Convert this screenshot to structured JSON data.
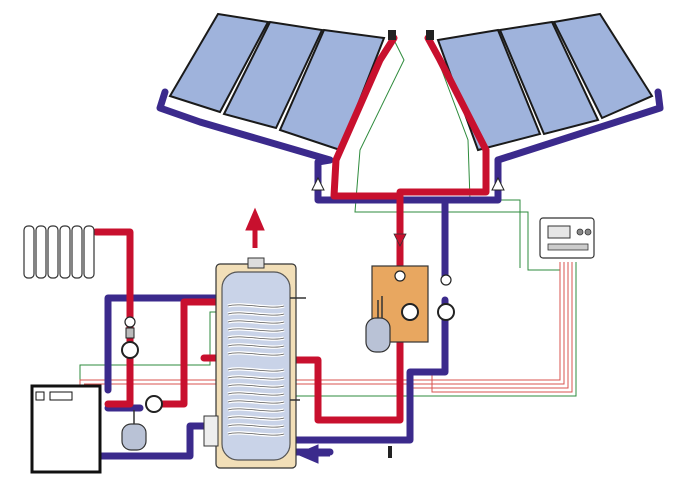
{
  "colors": {
    "hot_pipe": "#c8102e",
    "cold_pipe": "#3b2a8c",
    "sensor_wire": "#2e8b3c",
    "control_wire": "#d9534f",
    "panel_glass": "#9fb3dc",
    "panel_frame": "#1a1a1a",
    "tank_body": "#f2dfb8",
    "tank_inner": "#c9d3e8",
    "station_box": "#e8a760",
    "expansion_vessel": "#b9c2d6",
    "boiler_body": "#ffffff",
    "controller_body": "#ffffff"
  },
  "components": [
    {
      "name": "solar-collector-left-array",
      "icon": "solar-panel-icon",
      "panels": 3
    },
    {
      "name": "solar-collector-right-array",
      "icon": "solar-panel-icon",
      "panels": 3
    },
    {
      "name": "solar-controller",
      "icon": "controller-icon"
    },
    {
      "name": "pump-station",
      "icon": "pump-station-icon"
    },
    {
      "name": "solar-expansion-vessel",
      "icon": "expansion-vessel-icon"
    },
    {
      "name": "storage-tank",
      "icon": "tank-icon"
    },
    {
      "name": "boiler",
      "icon": "boiler-icon"
    },
    {
      "name": "radiator",
      "icon": "radiator-icon"
    },
    {
      "name": "heating-pump",
      "icon": "pump-icon"
    },
    {
      "name": "boiler-expansion-vessel",
      "icon": "expansion-vessel-icon"
    }
  ]
}
